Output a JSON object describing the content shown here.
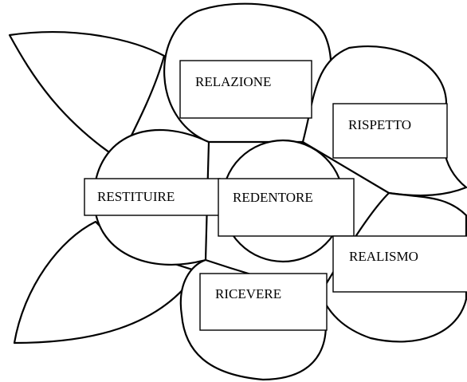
{
  "diagram": {
    "center_label": "REDENTORE",
    "petal_labels": {
      "top": "RELAZIONE",
      "right": "RISPETTO",
      "left": "RESTITUIRE",
      "bottom_right": "REALISMO",
      "bottom": "RICEVERE"
    },
    "colors": {
      "stroke": "#000000",
      "fill": "#ffffff"
    }
  }
}
